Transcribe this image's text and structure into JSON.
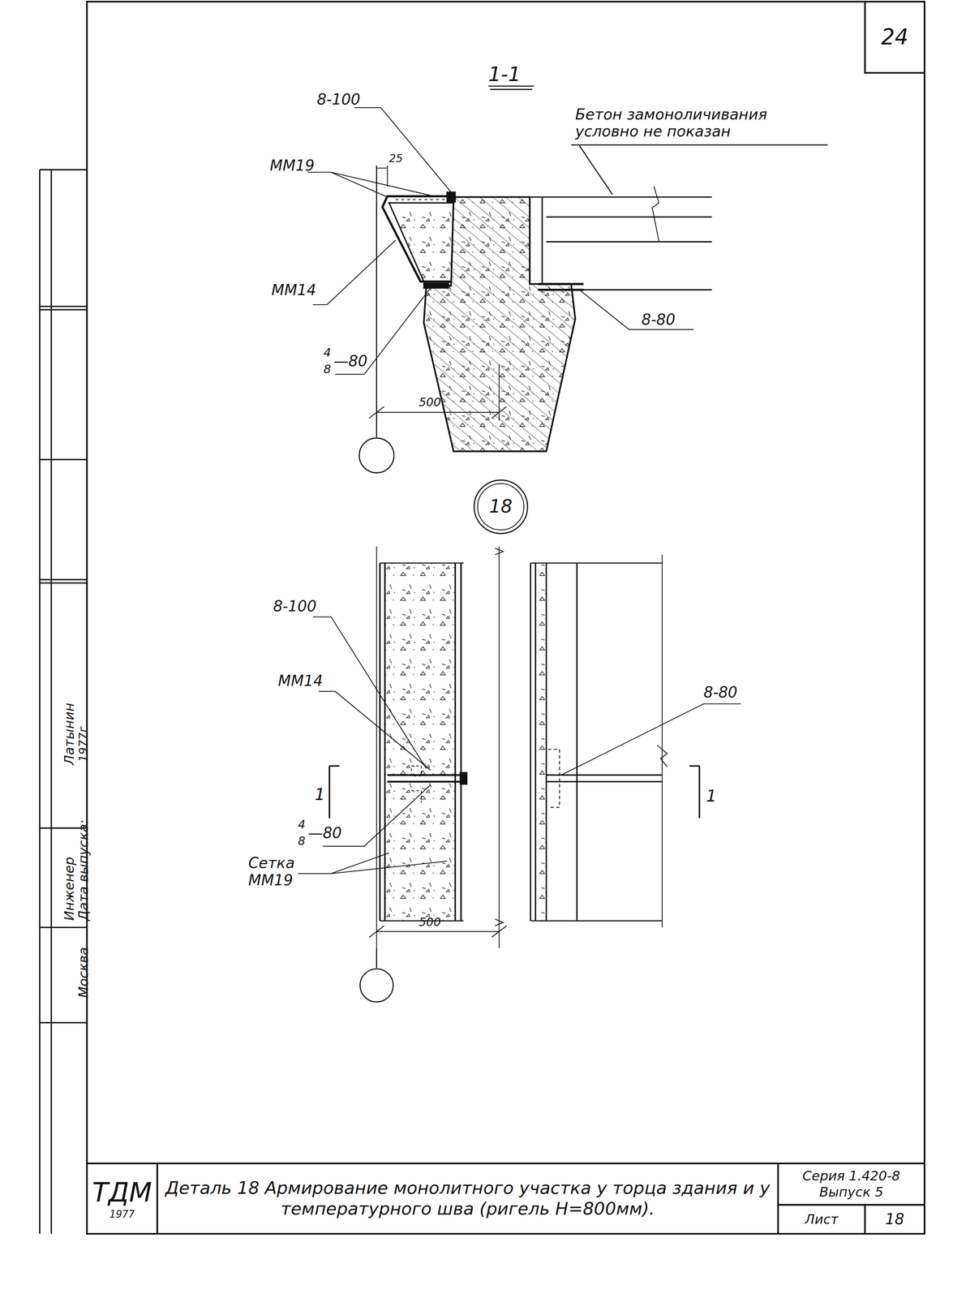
{
  "diagram": {
    "nodes": [
      {
        "text": [
          "24"
        ]
      },
      {
        "text": [
          "18"
        ]
      },
      {
        "text": [
          "ТДМ",
          "1977"
        ]
      },
      {
        "text": [
          "Деталь 18 Армирование монолитного участка у торца здания и у температурного шва (ригель Н=800мм)."
        ]
      },
      {
        "text": [
          "Серия 1.420-8",
          "Выпуск 5"
        ]
      },
      {
        "text": [
          "Лист"
        ]
      },
      {
        "text": [
          "18"
        ]
      }
    ],
    "labels": [
      "1-1",
      "8-100",
      "Бетон замоноличивания условно не показан",
      "ММ19",
      "25",
      "ММ14",
      "4",
      "8",
      "—80",
      "8-80",
      "500",
      "8-100",
      "ММ14",
      "4",
      "8",
      "—80",
      "Сетка ММ19",
      "8-80",
      "1",
      "1",
      "500",
      "Инженер",
      "Дата выпуска:",
      "Латынин",
      "1977г",
      "Москва"
    ]
  }
}
